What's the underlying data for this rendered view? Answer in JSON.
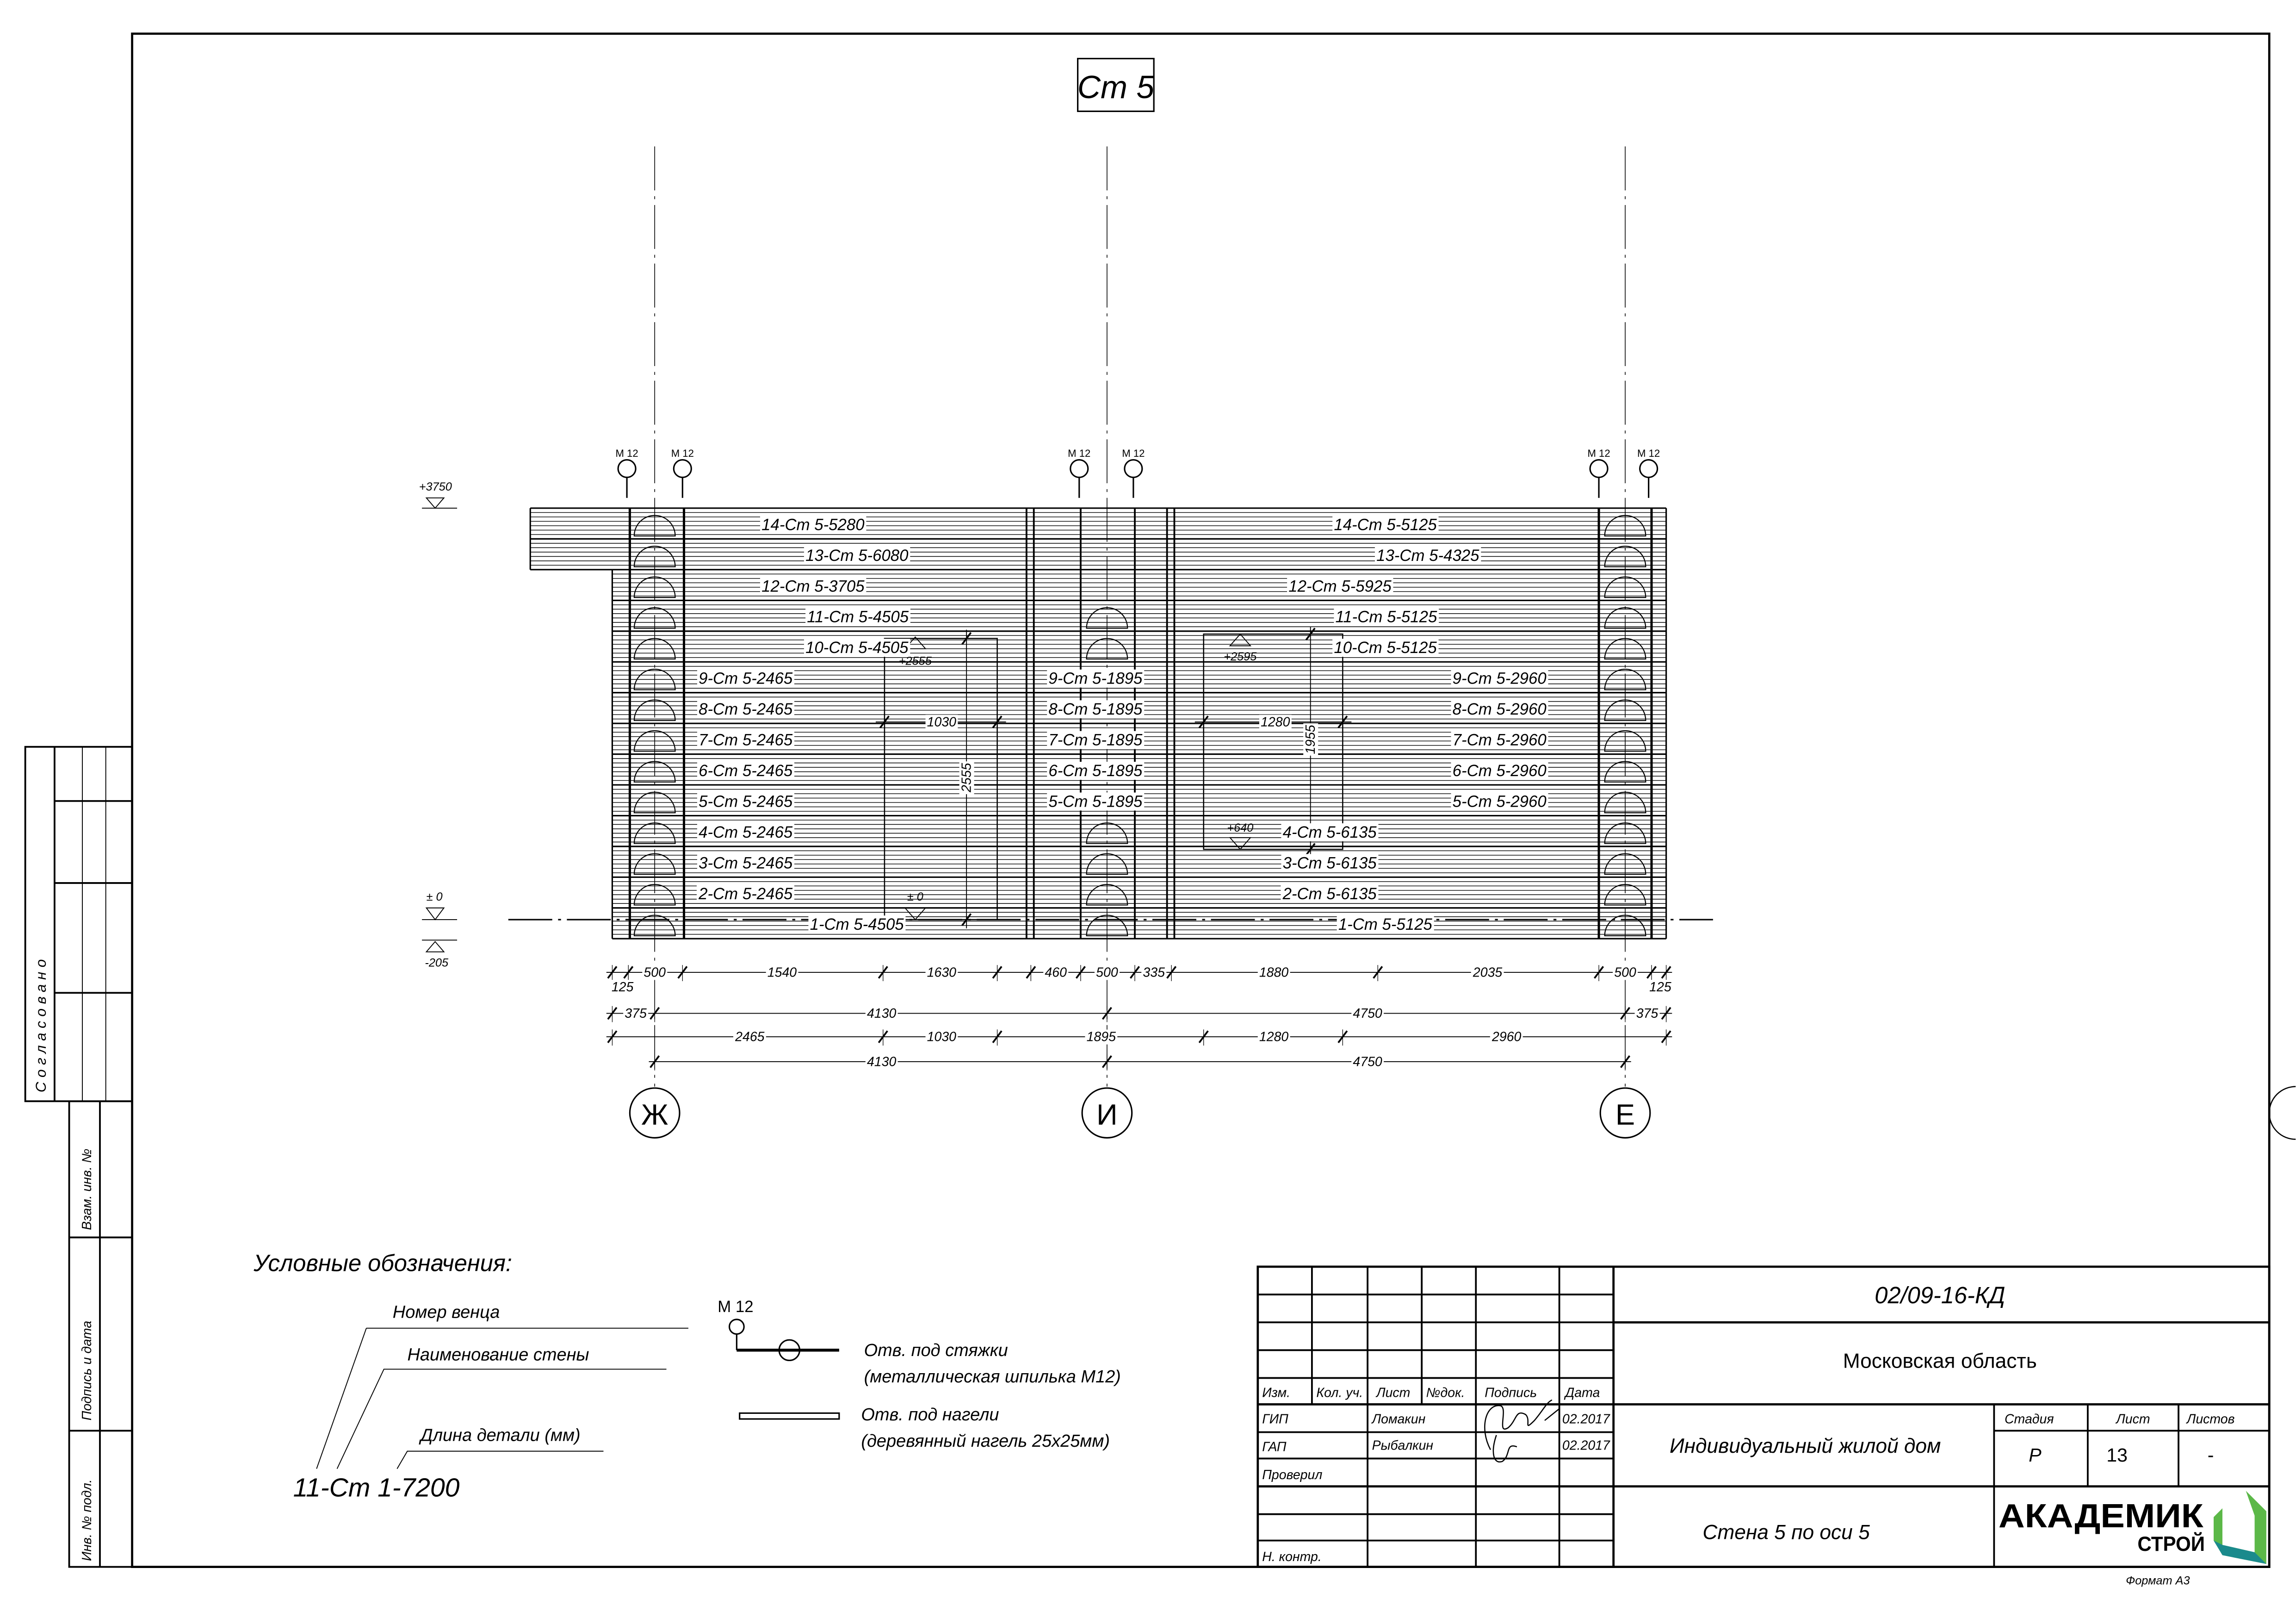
{
  "sheet_title": "Ст 5",
  "bolt_label": "М 12",
  "axes": [
    "Ж",
    "И",
    "Е"
  ],
  "elevations": {
    "top": "+3750",
    "zero": "± 0",
    "bottom": "-205",
    "door_top": "+2555",
    "door_bottom": "± 0",
    "window_top": "+2595",
    "window_bottom": "+640"
  },
  "log_labels": [
    "14-Ст 5-5280",
    "13-Ст 5-6080",
    "12-Ст 5-3705",
    "11-Ст 5-4505",
    "10-Ст 5-4505",
    "9-Ст 5-2465",
    "8-Ст 5-2465",
    "7-Ст 5-2465",
    "6-Ст 5-2465",
    "5-Ст 5-2465",
    "4-Ст 5-2465",
    "3-Ст 5-2465",
    "2-Ст 5-2465",
    "1-Ст 5-4505",
    "9-Ст 5-1895",
    "8-Ст 5-1895",
    "7-Ст 5-1895",
    "6-Ст 5-1895",
    "5-Ст 5-1895",
    "14-Ст 5-5125",
    "13-Ст 5-4325",
    "12-Ст 5-5925",
    "11-Ст 5-5125",
    "10-Ст 5-5125",
    "9-Ст 5-2960",
    "8-Ст 5-2960",
    "7-Ст 5-2960",
    "6-Ст 5-2960",
    "5-Ст 5-2960",
    "4-Ст 5-6135",
    "3-Ст 5-6135",
    "2-Ст 5-6135",
    "1-Ст 5-5125"
  ],
  "opening_dims": {
    "door_width": "1030",
    "door_height": "2555",
    "window_width": "1280",
    "window_height": "1955"
  },
  "dim_rows": [
    [
      "125",
      "500",
      "1540",
      "1630",
      "460",
      "500",
      "335",
      "1880",
      "2035",
      "500",
      "125"
    ],
    [
      "375",
      "4130",
      "4750",
      "375"
    ],
    [
      "2465",
      "1030",
      "1895",
      "1280",
      "2960"
    ],
    [
      "4130",
      "4750"
    ]
  ],
  "legend": {
    "title": "Условные обозначения:",
    "row_number": "Номер венца",
    "wall_name": "Наименование стены",
    "part_length": "Длина детали (мм)",
    "example": "11-Ст 1-7200",
    "bolt_label": "М 12",
    "bolt_desc_1": "Отв. под стяжки",
    "bolt_desc_2": "(металлическая шпилька М12)",
    "dowel_desc_1": "Отв. под нагели",
    "dowel_desc_2": "(деревянный нагель 25х25мм)"
  },
  "side_stamp": {
    "agreed": "Согласовано",
    "replace_inv": "Взам. инв. №",
    "sign_date": "Подпись и дата",
    "inv_orig": "Инв. № подл."
  },
  "title_block": {
    "code": "02/09-16-КД",
    "region": "Московская область",
    "headers": [
      "Изм.",
      "Кол. уч.",
      "Лист",
      "№док.",
      "Подпись",
      "Дата"
    ],
    "roles": [
      "ГИП",
      "ГАП",
      "Проверил",
      "Н. контр."
    ],
    "names": [
      "Ломакин",
      "Рыбалкин"
    ],
    "dates": [
      "02.2017",
      "02.2017"
    ],
    "project": "Индивидуальный жилой дом",
    "stage_header": "Стадия",
    "sheet_header": "Лист",
    "sheets_header": "Листов",
    "stage": "Р",
    "sheet": "13",
    "sheets": "-",
    "drawing_name": "Стена 5 по оси 5",
    "logo_main": "АКАДЕМИК",
    "logo_sub": "СТРОЙ",
    "format": "Формат А3"
  },
  "colors": {
    "logo_green": "#5cb848",
    "logo_teal": "#1a8a8c",
    "line": "#000000"
  }
}
